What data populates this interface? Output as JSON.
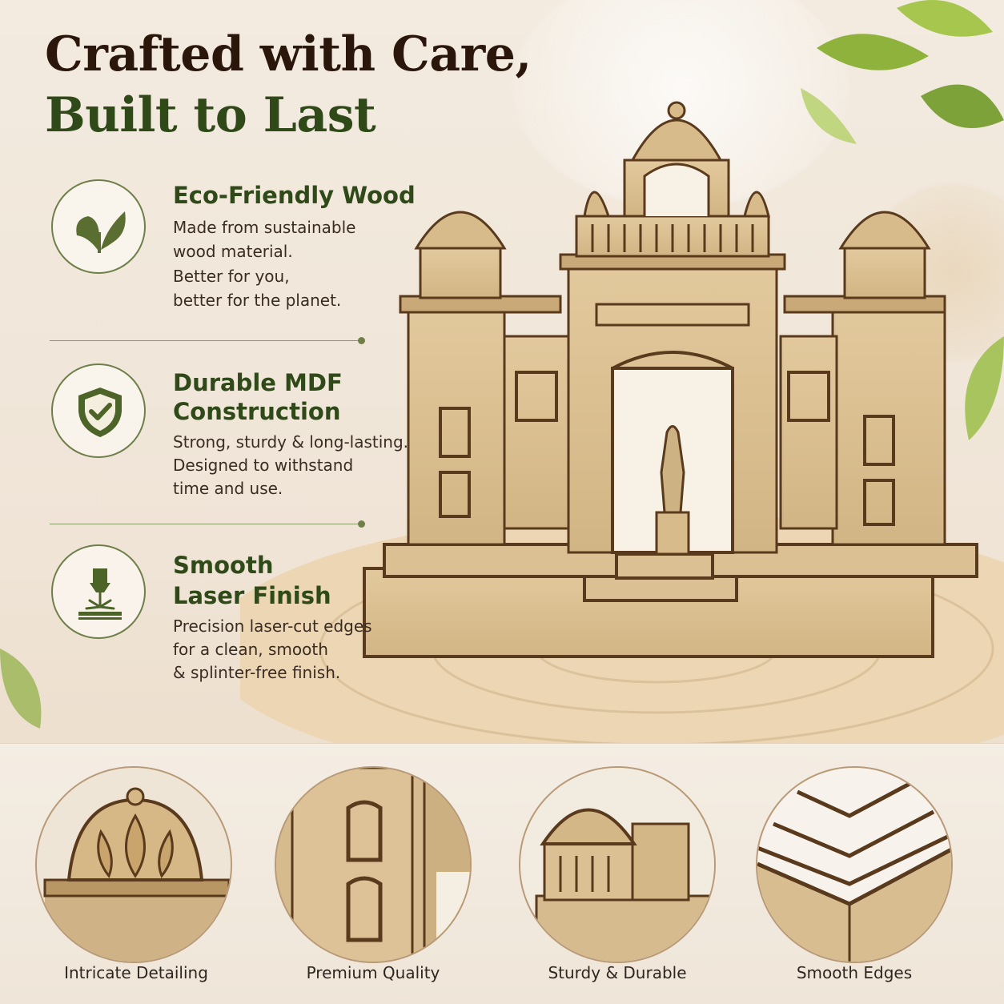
{
  "headline": {
    "line1": "Crafted with Care,",
    "line2": "Built to Last"
  },
  "features": [
    {
      "icon": "leaf-icon",
      "title_lines": [
        "Eco-Friendly Wood"
      ],
      "description_lines": [
        "Made from sustainable",
        "wood material.",
        "Better for you,",
        "better for the planet."
      ]
    },
    {
      "icon": "shield-check-icon",
      "title_lines": [
        "Durable MDF",
        "Construction"
      ],
      "description_lines": [
        "Strong, sturdy & long-lasting.",
        "Designed to withstand",
        "time and use."
      ]
    },
    {
      "icon": "laser-cut-icon",
      "title_lines": [
        "Smooth",
        "Laser Finish"
      ],
      "description_lines": [
        "Precision laser-cut edges",
        "for a clean, smooth",
        "& splinter-free finish."
      ]
    }
  ],
  "thumbnails": [
    {
      "caption": "Intricate Detailing",
      "image": "dome-closeup"
    },
    {
      "caption": "Premium Quality",
      "image": "window-panel-closeup"
    },
    {
      "caption": "Sturdy & Durable",
      "image": "tower-closeup"
    },
    {
      "caption": "Smooth Edges",
      "image": "base-corner-closeup"
    }
  ],
  "colors": {
    "heading_dark": "#2b160c",
    "heading_green": "#2f4a18",
    "icon_green": "#5b6e32",
    "wood": "#d9bf92",
    "wood_edge": "#5a3a1c"
  }
}
